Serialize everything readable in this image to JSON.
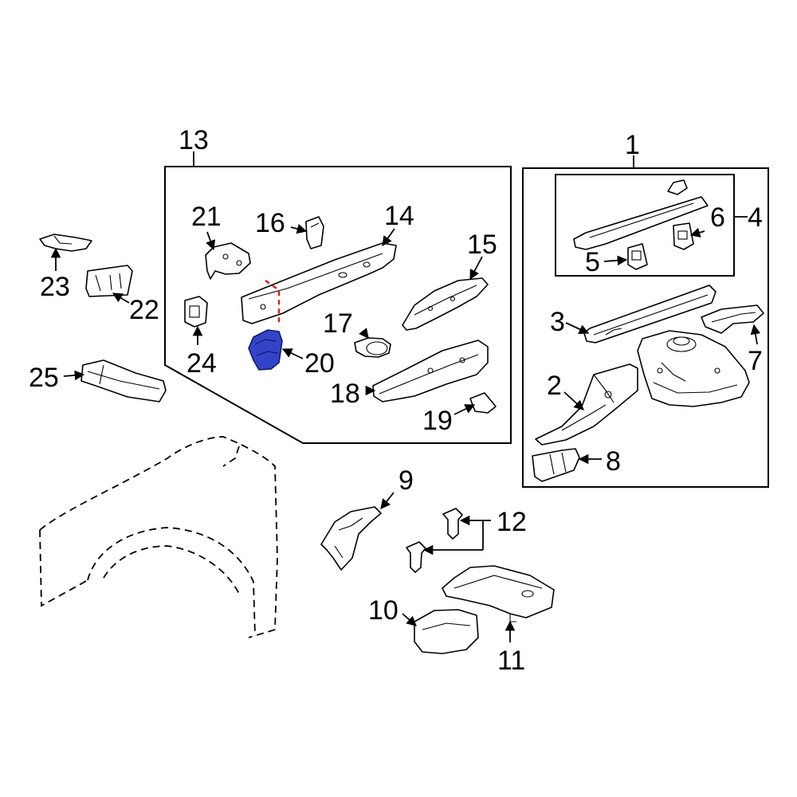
{
  "callouts": {
    "c1": "1",
    "c2": "2",
    "c3": "3",
    "c4": "4",
    "c5": "5",
    "c6": "6",
    "c7": "7",
    "c8": "8",
    "c9": "9",
    "c10": "10",
    "c11": "11",
    "c12": "12",
    "c13": "13",
    "c14": "14",
    "c15": "15",
    "c16": "16",
    "c17": "17",
    "c18": "18",
    "c19": "19",
    "c20": "20",
    "c21": "21",
    "c22": "22",
    "c23": "23",
    "c24": "24",
    "c25": "25"
  },
  "colors": {
    "highlight_part": "#3344c8",
    "cut_line": "#e01818",
    "line": "#000000",
    "background": "#ffffff"
  },
  "highlighted_part": "20"
}
